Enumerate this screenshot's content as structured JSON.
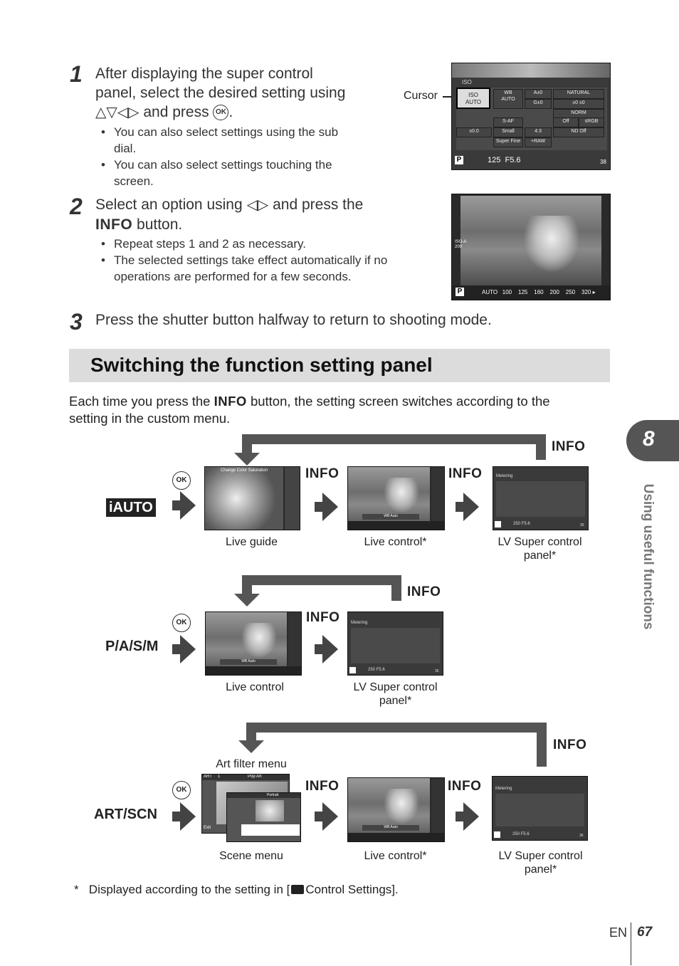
{
  "steps": [
    {
      "num": "1",
      "line1": "After displaying the super control",
      "line2": "panel, select the desired setting using",
      "line3": "and press",
      "bullets": [
        "You can also select settings using the sub",
        "dial.",
        "You can also select settings touching the",
        "screen."
      ]
    },
    {
      "num": "2",
      "line1": "Select an option using",
      "line1b": "and press the",
      "line2_info": "INFO",
      "line2": "button.",
      "bullets": [
        "Repeat steps 1 and 2 as necessary.",
        "The selected settings take effect automatically if no",
        "operations are performed for a few seconds."
      ]
    },
    {
      "num": "3",
      "line1": "Press the shutter button halfway to return to shooting mode."
    }
  ],
  "cursor_label": "Cursor",
  "screen1": {
    "top": "ISO",
    "iso": "ISO",
    "auto": "AUTO",
    "wb": "WB",
    "wbauto": "AUTO",
    "a": "A±0",
    "g": "G±0",
    "natural": "NATURAL",
    "saf": "S-AF",
    "off": "Off",
    "srgb": "sRGB",
    "norm": "NORM",
    "ev": "±0.0",
    "small": "Small",
    "sf": "Super Fine",
    "raw": "+RAW",
    "ratio": "4:3",
    "ndoff": "ND Off",
    "p": "P",
    "shutter": "125",
    "fnum": "F5.6",
    "count": "38"
  },
  "screen2": {
    "iso": "ISO-A",
    "isoval": "200",
    "p": "P",
    "values": [
      "AUTO",
      "100",
      "125",
      "160",
      "200",
      "250",
      "320"
    ]
  },
  "section_title": "Switching the function setting panel",
  "intro": {
    "pre": "Each time you press the",
    "info": "INFO",
    "post": "button, the setting screen switches according to the",
    "line2": "setting in the custom menu."
  },
  "info": "INFO",
  "ok": "OK",
  "modes": {
    "iauto": "iAUTO",
    "pasm": "P/A/S/M",
    "artscn": "ART/SCN"
  },
  "captions": {
    "live_guide": "Live guide",
    "live_control_star": "Live control*",
    "lv_super": "LV Super control",
    "panel_star": "panel*",
    "live_control": "Live control",
    "art_filter_menu": "Art filter menu",
    "scene_menu": "Scene menu"
  },
  "mini": {
    "change_color": "Change Color Saturation",
    "wb_auto": "WB Auto",
    "metering": "Metering",
    "pop_art": "Pop Art",
    "portrait": "Portrait",
    "art": "ART",
    "one": "1",
    "exit": "Exit",
    "shutter": "250",
    "fnum": "F5.6",
    "count": "36"
  },
  "footnote": {
    "star": "*",
    "pre": "Displayed according to the setting in [",
    "post": "Control Settings]."
  },
  "sidebar": {
    "chapter": "8",
    "label": "Using useful functions"
  },
  "footer": {
    "lang": "EN",
    "page": "67"
  }
}
